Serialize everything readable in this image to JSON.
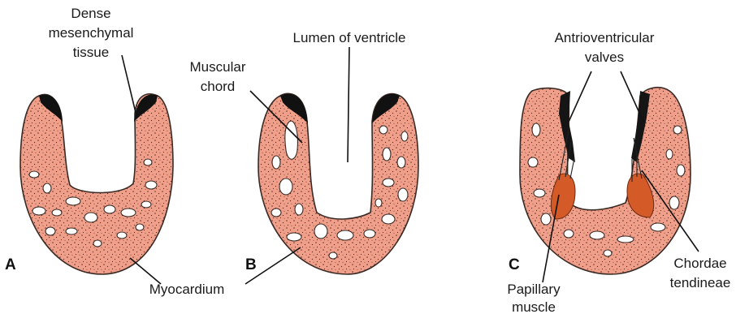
{
  "panels": [
    "A",
    "B",
    "C"
  ],
  "labels": {
    "dense_mesenchymal_tissue": [
      "Dense",
      "mesenchymal",
      "tissue"
    ],
    "lumen_of_ventricle": "Lumen of ventricle",
    "muscular_chord": [
      "Muscular",
      "chord"
    ],
    "antrioventricular_valves": [
      "Antrioventricular",
      "valves"
    ],
    "myocardium": "Myocardium",
    "chordae_tendineae": [
      "Chordae",
      "tendineae"
    ],
    "papillary_muscle": [
      "Papillary",
      "muscle"
    ]
  },
  "colors": {
    "myocardium_fill": "#f0a08a",
    "stipple": "#5a2a20",
    "papillary_muscle": "#d45a28",
    "dense_tissue": "#111111"
  }
}
